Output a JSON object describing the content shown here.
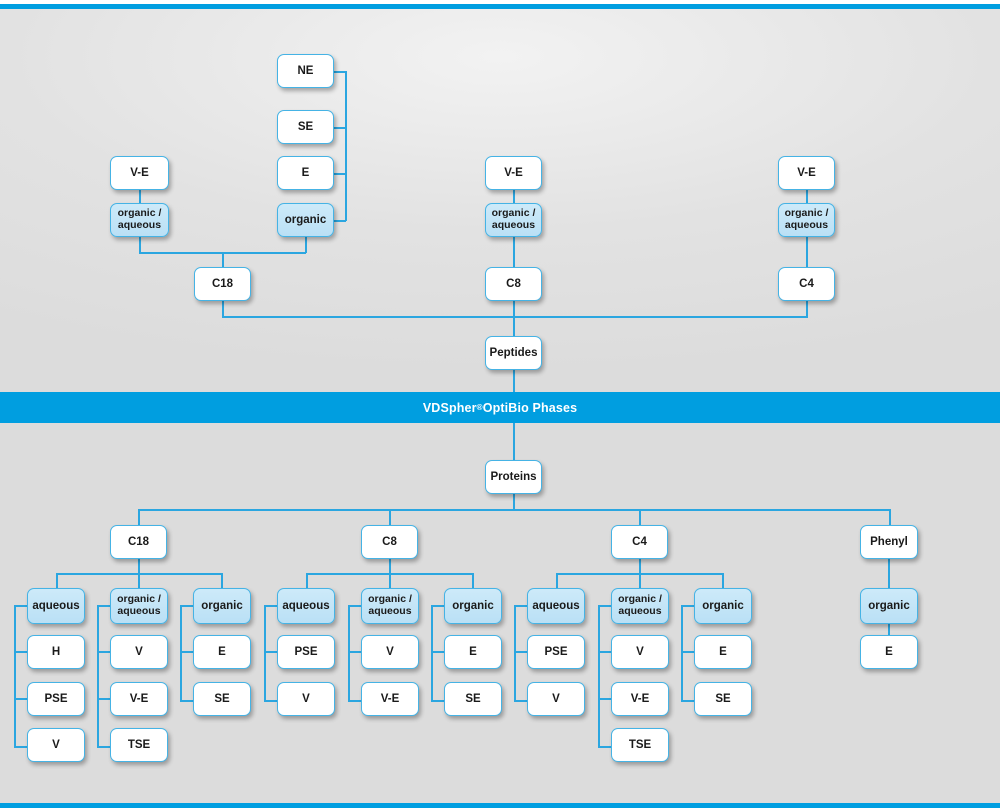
{
  "banner": {
    "text_before": "VDSpher",
    "sup": "®",
    "text_after": " OptiBio Phases"
  },
  "top_section": {
    "root": "Peptides",
    "columns": [
      {
        "sorbent": "C18",
        "modes": [
          {
            "label_line1": "organic /",
            "label_line2": "aqueous",
            "children": [
              "V-E"
            ]
          },
          {
            "label_line1": "organic",
            "label_line2": "",
            "children": [
              "NE",
              "SE",
              "E"
            ]
          }
        ]
      },
      {
        "sorbent": "C8",
        "modes": [
          {
            "label_line1": "organic /",
            "label_line2": "aqueous",
            "children": [
              "V-E"
            ]
          }
        ]
      },
      {
        "sorbent": "C4",
        "modes": [
          {
            "label_line1": "organic /",
            "label_line2": "aqueous",
            "children": [
              "V-E"
            ]
          }
        ]
      }
    ]
  },
  "bottom_section": {
    "root": "Proteins",
    "columns": [
      {
        "sorbent": "C18",
        "modes": [
          {
            "label_line1": "aqueous",
            "label_line2": "",
            "children": [
              "H",
              "PSE",
              "V"
            ]
          },
          {
            "label_line1": "organic /",
            "label_line2": "aqueous",
            "children": [
              "V",
              "V-E",
              "TSE"
            ]
          },
          {
            "label_line1": "organic",
            "label_line2": "",
            "children": [
              "E",
              "SE"
            ]
          }
        ]
      },
      {
        "sorbent": "C8",
        "modes": [
          {
            "label_line1": "aqueous",
            "label_line2": "",
            "children": [
              "PSE",
              "V"
            ]
          },
          {
            "label_line1": "organic /",
            "label_line2": "aqueous",
            "children": [
              "V",
              "V-E"
            ]
          },
          {
            "label_line1": "organic",
            "label_line2": "",
            "children": [
              "E",
              "SE"
            ]
          }
        ]
      },
      {
        "sorbent": "C4",
        "modes": [
          {
            "label_line1": "aqueous",
            "label_line2": "",
            "children": [
              "PSE",
              "V"
            ]
          },
          {
            "label_line1": "organic /",
            "label_line2": "aqueous",
            "children": [
              "V",
              "V-E",
              "TSE"
            ]
          },
          {
            "label_line1": "organic",
            "label_line2": "",
            "children": [
              "E",
              "SE"
            ]
          }
        ]
      },
      {
        "sorbent": "Phenyl",
        "modes": [
          {
            "label_line1": "organic",
            "label_line2": "",
            "children": [
              "E"
            ]
          }
        ]
      }
    ]
  },
  "colors": {
    "accent": "#009ee0",
    "line": "#2ba6e0",
    "node_border": "#45b3e5",
    "node_fill": "#bae0f5",
    "node_bg": "#ffffff",
    "canvas_bg": "#e4e4e4"
  }
}
